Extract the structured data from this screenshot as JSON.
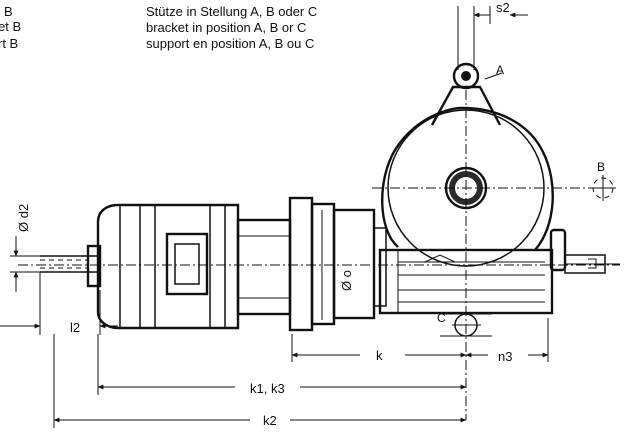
{
  "caption": {
    "left_partial": [
      "B",
      "et B",
      "rt B"
    ],
    "lines": [
      "Stütze in Stellung A, B oder C",
      "bracket in position A, B or C",
      "support en position A, B ou C"
    ]
  },
  "positions": {
    "a": "A",
    "b": "B",
    "c": "C"
  },
  "dimensions": {
    "d2": "Ø d2",
    "o": "Ø o",
    "s2": "s2",
    "l2": "l2",
    "k": "k",
    "n3": "n3",
    "k1_k3": "k1, k3",
    "k2": "k2"
  }
}
